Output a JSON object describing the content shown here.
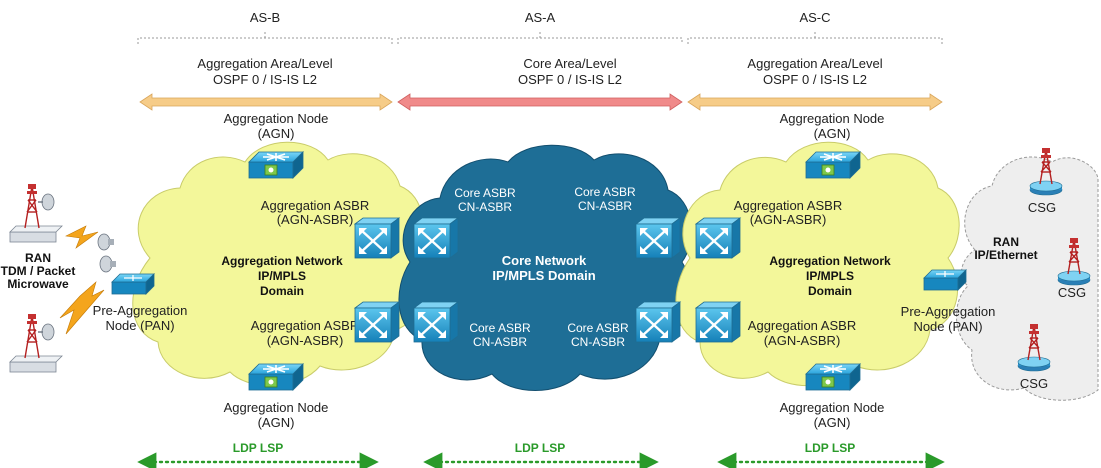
{
  "colors": {
    "aggregation_cloud": "#f3f79a",
    "core_cloud": "#1e6e96",
    "ran_cloud": "#eeeeee",
    "agg_arrow": "#f6cc88",
    "core_arrow": "#f08a8a",
    "lsp_green": "#2a9a2a",
    "router_blue": "#1b9fd4"
  },
  "areas": {
    "left": {
      "as": "AS-B",
      "title": "Aggregation Area/Level",
      "protocol": "OSPF 0 / IS-IS L2"
    },
    "center": {
      "as": "AS-A",
      "title": "Core Area/Level",
      "protocol": "OSPF 0 / IS-IS L2"
    },
    "right": {
      "as": "AS-C",
      "title": "Aggregation Area/Level",
      "protocol": "OSPF 0 / IS-IS L2"
    }
  },
  "left_domain": {
    "title": "Aggregation Network",
    "subtitle": "IP/MPLS",
    "line3": "Domain",
    "agn_top": [
      "Aggregation Node",
      "(AGN)"
    ],
    "agn_bottom": [
      "Aggregation Node",
      "(AGN)"
    ],
    "asbr_top": [
      "Aggregation ASBR",
      "(AGN-ASBR)"
    ],
    "asbr_bottom": [
      "Aggregation ASBR",
      "(AGN-ASBR)"
    ],
    "pan": [
      "Pre-Aggregation",
      "Node (PAN)"
    ]
  },
  "core_domain": {
    "title": "Core Network",
    "subtitle": "IP/MPLS Domain",
    "asbr_tl": [
      "Core ASBR",
      "CN-ASBR"
    ],
    "asbr_tr": [
      "Core ASBR",
      "CN-ASBR"
    ],
    "asbr_bl": [
      "Core ASBR",
      "CN-ASBR"
    ],
    "asbr_br": [
      "Core ASBR",
      "CN-ASBR"
    ]
  },
  "right_domain": {
    "title": "Aggregation Network",
    "subtitle": "IP/MPLS",
    "line3": "Domain",
    "agn_top": [
      "Aggregation Node",
      "(AGN)"
    ],
    "agn_bottom": [
      "Aggregation Node",
      "(AGN)"
    ],
    "asbr_top": [
      "Aggregation ASBR",
      "(AGN-ASBR)"
    ],
    "asbr_bottom": [
      "Aggregation ASBR",
      "(AGN-ASBR)"
    ],
    "pan": [
      "Pre-Aggregation",
      "Node (PAN)"
    ]
  },
  "ran_left": [
    "RAN",
    "TDM / Packet",
    "Microwave"
  ],
  "ran_right": {
    "title": [
      "RAN",
      "IP/Ethernet"
    ],
    "csg": "CSG"
  },
  "lsp": {
    "label": "LDP LSP"
  },
  "icons": [
    "router-icon",
    "switch-icon",
    "cell-tower-icon",
    "microwave-dish-icon",
    "lightning-icon"
  ]
}
